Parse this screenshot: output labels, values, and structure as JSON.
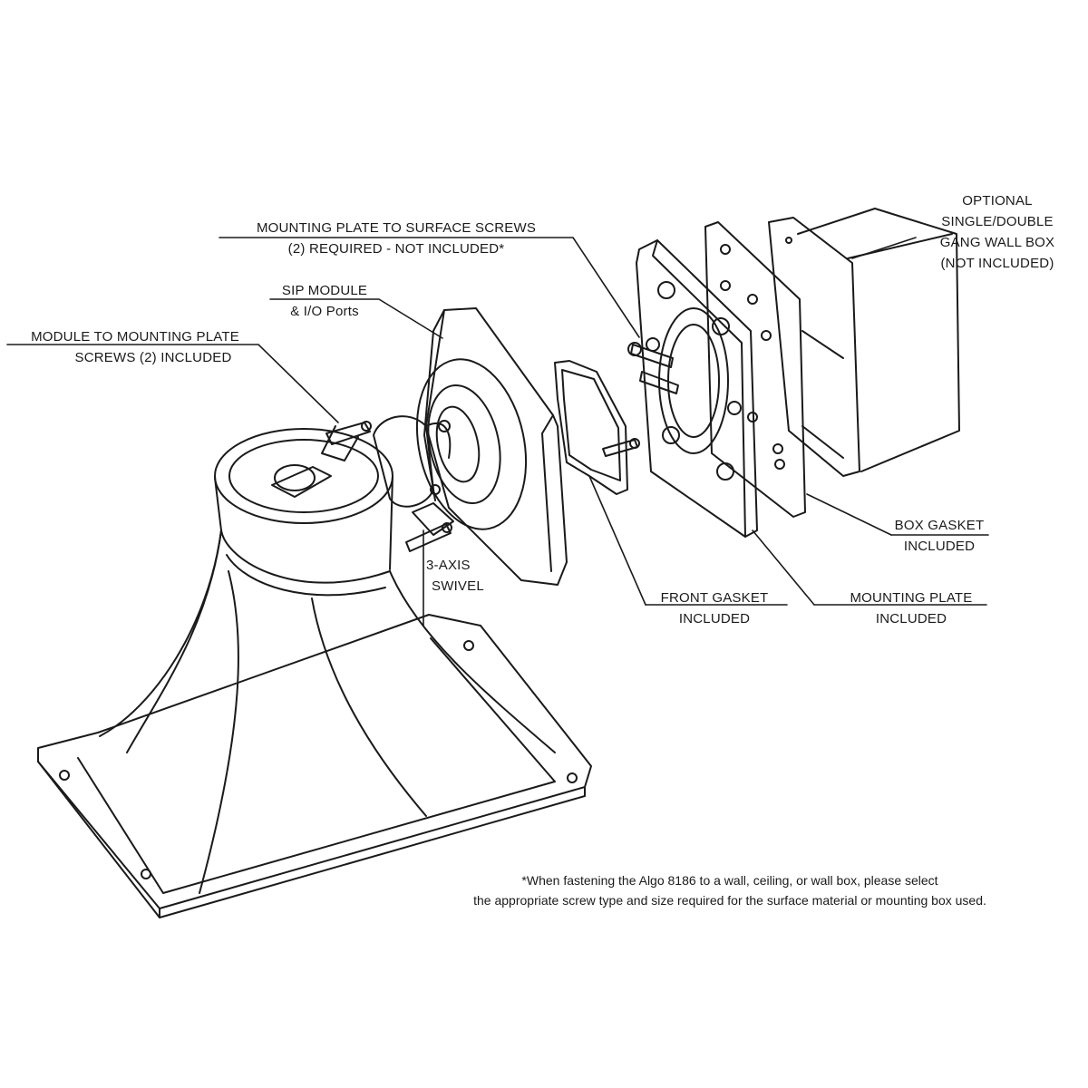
{
  "diagram": {
    "labels": {
      "mounting_screws": {
        "line1": "MOUNTING PLATE TO SURFACE SCREWS",
        "line2": "(2) REQUIRED - NOT INCLUDED*"
      },
      "sip_module": {
        "line1": "SIP MODULE",
        "line2": "& I/O Ports"
      },
      "module_screws": {
        "line1": "MODULE TO MOUNTING PLATE",
        "line2": "SCREWS (2) INCLUDED"
      },
      "wall_box": {
        "line1": "OPTIONAL",
        "line2": "SINGLE/DOUBLE",
        "line3": "GANG WALL BOX",
        "line4": "(NOT INCLUDED)"
      },
      "box_gasket": {
        "line1": "BOX GASKET",
        "line2": "INCLUDED"
      },
      "mounting_plate": {
        "line1": "MOUNTING  PLATE",
        "line2": "INCLUDED"
      },
      "front_gasket": {
        "line1": "FRONT GASKET",
        "line2": "INCLUDED"
      },
      "swivel": {
        "line1": "3-AXIS",
        "line2": "SWIVEL"
      }
    },
    "footnote": {
      "line1": "*When fastening the Algo 8186 to a wall, ceiling, or wall box, please select",
      "line2": "the appropriate screw type and size required for the surface material or mounting box used."
    }
  }
}
